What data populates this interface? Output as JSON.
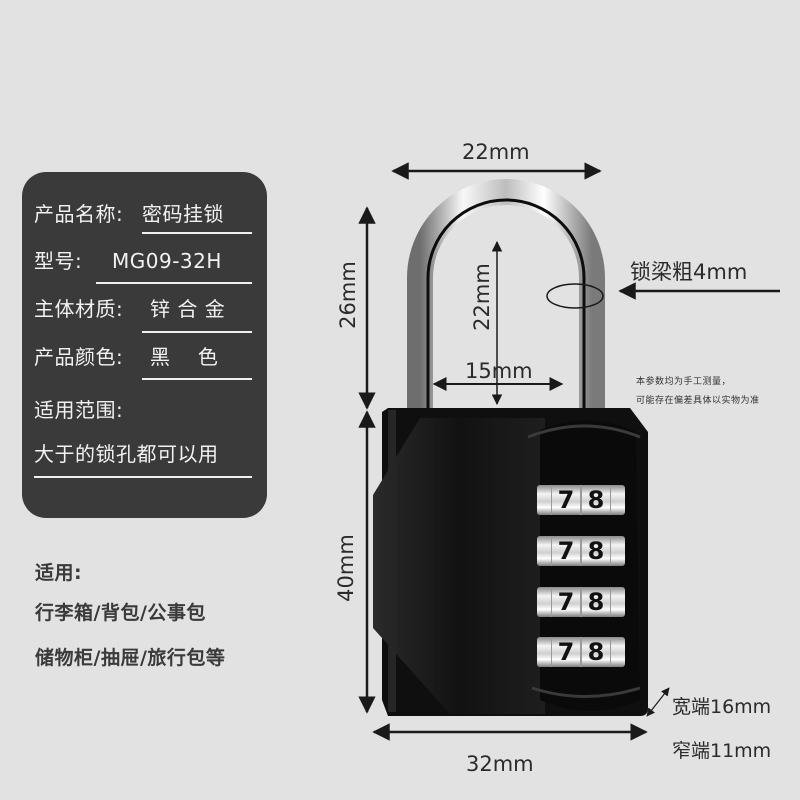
{
  "spec_panel": {
    "product_name": {
      "label": "产品名称:",
      "value": "密码挂锁"
    },
    "model": {
      "label": "型号:",
      "value": "MG09-32H"
    },
    "material": {
      "label": "主体材质:",
      "value": "锌 合 金"
    },
    "color": {
      "label": "产品颜色:",
      "value": "黑    色"
    },
    "scope": {
      "label": "适用范围:",
      "value": "大于的锁孔都可以用"
    }
  },
  "usage": {
    "title": "适用:",
    "line1": "行李箱/背包/公事包",
    "line2": "储物柜/抽屉/旅行包等"
  },
  "dimensions": {
    "shackle_width": "22mm",
    "shackle_height_outer": "26mm",
    "shackle_height_inner": "22mm",
    "shackle_inner_width": "15mm",
    "shackle_thickness": "锁梁粗4mm",
    "body_height": "40mm",
    "body_width": "32mm",
    "wide_end": "宽端16mm",
    "narrow_end": "窄端11mm"
  },
  "note": {
    "line1": "本参数均为手工测量，",
    "line2": "可能存在偏差具体以实物为准"
  },
  "lock": {
    "dials": [
      {
        "digits": [
          "7",
          "8"
        ]
      },
      {
        "digits": [
          "7",
          "8"
        ]
      },
      {
        "digits": [
          "7",
          "8"
        ]
      },
      {
        "digits": [
          "7",
          "8"
        ]
      }
    ]
  },
  "colors": {
    "background": "#e2e2e2",
    "panel": "#3a3a3a",
    "panel_text": "#f2f2f2",
    "lock_body": "#141414",
    "annotation": "#1a1a1a"
  }
}
